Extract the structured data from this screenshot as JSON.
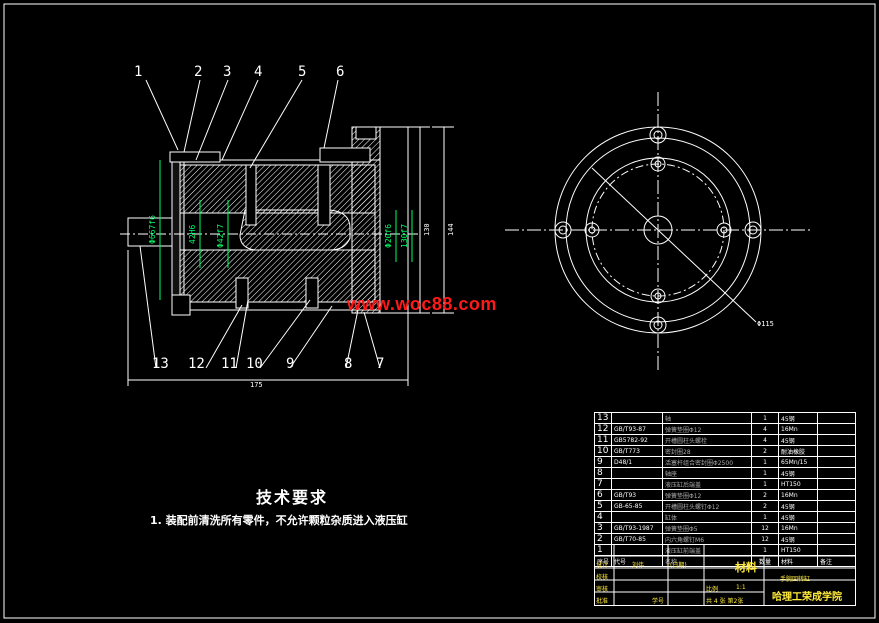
{
  "watermark": "www.woc88.com",
  "tech": {
    "title": "技术要求",
    "note": "1. 装配前清洗所有零件，不允许颗粒杂质进入液压缸"
  },
  "callouts_top": [
    "1",
    "2",
    "3",
    "4",
    "5",
    "6"
  ],
  "callouts_bottom": [
    "13",
    "12",
    "11",
    "10",
    "9",
    "8",
    "7"
  ],
  "dims": {
    "d1": "Φ667f6",
    "d2": "42H6",
    "d3": "Φ42f7",
    "d4": "Φ20f6",
    "d5": "130f7",
    "d6": "130",
    "d7": "144",
    "len": "175",
    "side": "Φ115"
  },
  "bom": [
    {
      "n": "13",
      "std": "",
      "name": "轴",
      "qty": "1",
      "mat": "45钢"
    },
    {
      "n": "12",
      "std": "GB/T93-87",
      "name": "弹簧垫圈Φ12",
      "qty": "4",
      "mat": "16Mn"
    },
    {
      "n": "11",
      "std": "GB5782-92",
      "name": "开槽圆柱头螺栓",
      "qty": "4",
      "mat": "45钢"
    },
    {
      "n": "10",
      "std": "GB/T773",
      "name": "密封圈28",
      "qty": "2",
      "mat": "耐油橡胶"
    },
    {
      "n": "9",
      "std": "D48/1",
      "name": "活塞杆组合密封圈Φ2500",
      "qty": "1",
      "mat": "65Mn/15"
    },
    {
      "n": "8",
      "std": "",
      "name": "轴座",
      "qty": "1",
      "mat": "45钢"
    },
    {
      "n": "7",
      "std": "",
      "name": "液压缸后端盖",
      "qty": "1",
      "mat": "HT150"
    },
    {
      "n": "6",
      "std": "GB/T93",
      "name": "弹簧垫圈Φ12",
      "qty": "2",
      "mat": "16Mn"
    },
    {
      "n": "5",
      "std": "GB-65-85",
      "name": "开槽圆柱头螺钉Φ12",
      "qty": "2",
      "mat": "45钢"
    },
    {
      "n": "4",
      "std": "",
      "name": "缸体",
      "qty": "1",
      "mat": "45钢"
    },
    {
      "n": "3",
      "std": "GB/T93-1987",
      "name": "弹簧垫圈Φ5",
      "qty": "12",
      "mat": "16Mn"
    },
    {
      "n": "2",
      "std": "GB/T70-85",
      "name": "内六角螺钉M6",
      "qty": "12",
      "mat": "45钢"
    },
    {
      "n": "1",
      "std": "",
      "name": "液压缸前端盖",
      "qty": "1",
      "mat": "HT150"
    }
  ],
  "bom_header": {
    "n": "序号",
    "std": "代号",
    "name": "名称",
    "qty": "数量",
    "mat": "材料",
    "note": "备注"
  },
  "title_block": {
    "design": "设计",
    "designer": "刘伟",
    "date": "(日期)",
    "check": "校核",
    "review": "审核",
    "approve": "批准",
    "material": "材料",
    "scale_label": "比例",
    "scale": "1:1",
    "drawing_name": "手腕回转缸",
    "sheet": "共 4 张 第2张",
    "school": "哈理工荣成学院",
    "class_label": "学号"
  }
}
